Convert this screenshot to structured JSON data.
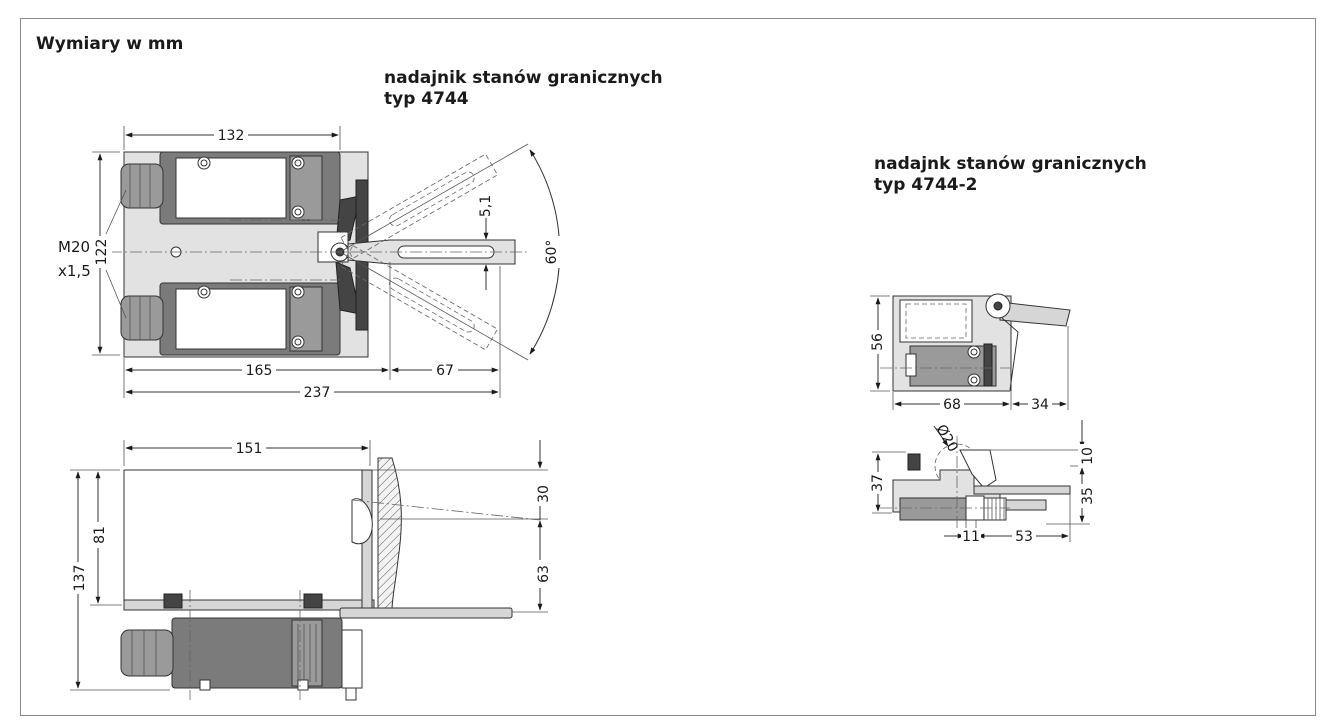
{
  "headings": {
    "main": "Wymiary w mm",
    "device_a_line1": "nadajnik stanów granicznych",
    "device_a_line2": "typ 4744",
    "device_b_line1": "nadajnk stanów granicznych",
    "device_b_line2": "typ 4744-2"
  },
  "dimensions": {
    "a_top": {
      "d132": "132",
      "d122": "122",
      "thread_1": "M20",
      "thread_2": "x1,5",
      "d5_1": "5,1",
      "d60": "60°",
      "d165": "165",
      "d67": "67",
      "d237": "237"
    },
    "a_side": {
      "d151": "151",
      "d137": "137",
      "d81": "81",
      "d30": "30",
      "d63": "63"
    },
    "b_top": {
      "d56": "56",
      "d68": "68",
      "d34": "34"
    },
    "b_side": {
      "d20": "Ø20",
      "d37": "37",
      "d10": "10",
      "d35": "35",
      "d11": "11",
      "d53": "53"
    }
  }
}
